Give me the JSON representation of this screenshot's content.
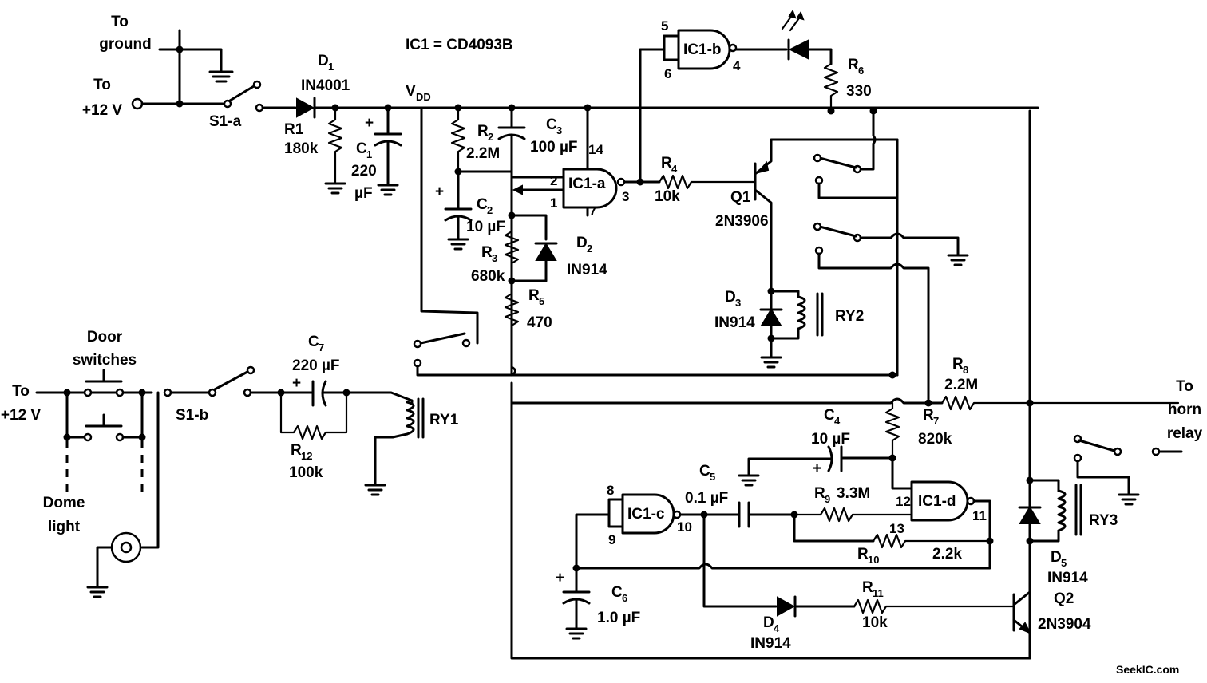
{
  "ic_note": "IC1 = CD4093B",
  "vdd": {
    "main": "V",
    "sub": "DD"
  },
  "inputs": {
    "to_ground": [
      "To",
      "ground"
    ],
    "to_12v_top": [
      "To",
      "+12 V"
    ],
    "to_12v_bottom": [
      "To",
      "+12 V"
    ],
    "to_horn_relay": [
      "To",
      "horn",
      "relay"
    ]
  },
  "switches": {
    "s1a": "S1-a",
    "s1b": "S1-b",
    "door_switches": [
      "Door",
      "switches"
    ],
    "dome_light": [
      "Dome",
      "light"
    ]
  },
  "gates": {
    "ic1a": "IC1-a",
    "ic1b": "IC1-b",
    "ic1c": "IC1-c",
    "ic1d": "IC1-d"
  },
  "pins": {
    "p1": "1",
    "p2": "2",
    "p3": "3",
    "p4": "4",
    "p5": "5",
    "p6": "6",
    "p7": "7",
    "p8": "8",
    "p9": "9",
    "p10": "10",
    "p11": "11",
    "p12": "12",
    "p13": "13",
    "p14": "14"
  },
  "components": {
    "d1": {
      "ref": "D",
      "sub": "1",
      "value": "IN4001"
    },
    "r1": {
      "ref": "R1",
      "value": "180k"
    },
    "c1": {
      "ref": "C",
      "sub": "1",
      "value": "220",
      "unit": "µF"
    },
    "r2": {
      "ref": "R",
      "sub": "2",
      "value": "2.2M"
    },
    "c3": {
      "ref": "C",
      "sub": "3",
      "value": "100 µF"
    },
    "c2": {
      "ref": "C",
      "sub": "2",
      "value": "10 µF"
    },
    "r3": {
      "ref": "R",
      "sub": "3",
      "value": "680k"
    },
    "d2": {
      "ref": "D",
      "sub": "2",
      "value": "IN914"
    },
    "r5": {
      "ref": "R",
      "sub": "5",
      "value": "470"
    },
    "r4": {
      "ref": "R",
      "sub": "4",
      "value": "10k"
    },
    "q1": {
      "ref": "Q1",
      "value": "2N3906"
    },
    "r6": {
      "ref": "R",
      "sub": "6",
      "value": "330"
    },
    "d3": {
      "ref": "D",
      "sub": "3",
      "value": "IN914"
    },
    "ry2": {
      "ref": "RY2"
    },
    "r8": {
      "ref": "R",
      "sub": "8",
      "value": "2.2M"
    },
    "r7": {
      "ref": "R",
      "sub": "7",
      "value": "820k"
    },
    "c4": {
      "ref": "C",
      "sub": "4",
      "value": "10 µF"
    },
    "c7": {
      "ref": "C",
      "sub": "7",
      "value": "220 µF"
    },
    "r12": {
      "ref": "R",
      "sub": "12",
      "value": "100k"
    },
    "ry1": {
      "ref": "RY1"
    },
    "c5": {
      "ref": "C",
      "sub": "5",
      "value": "0.1 µF"
    },
    "r9": {
      "ref": "R",
      "sub": "9",
      "value": "3.3M"
    },
    "r10": {
      "ref": "R",
      "sub": "10",
      "value": "2.2k"
    },
    "c6": {
      "ref": "C",
      "sub": "6",
      "value": "1.0 µF"
    },
    "d4": {
      "ref": "D",
      "sub": "4",
      "value": "IN914"
    },
    "r11": {
      "ref": "R",
      "sub": "11",
      "value": "10k"
    },
    "q2": {
      "ref": "Q2",
      "value": "2N3904"
    },
    "d5": {
      "ref": "D",
      "sub": "5",
      "value": "IN914"
    },
    "ry3": {
      "ref": "RY3"
    }
  },
  "watermark": "SeekIC.com"
}
